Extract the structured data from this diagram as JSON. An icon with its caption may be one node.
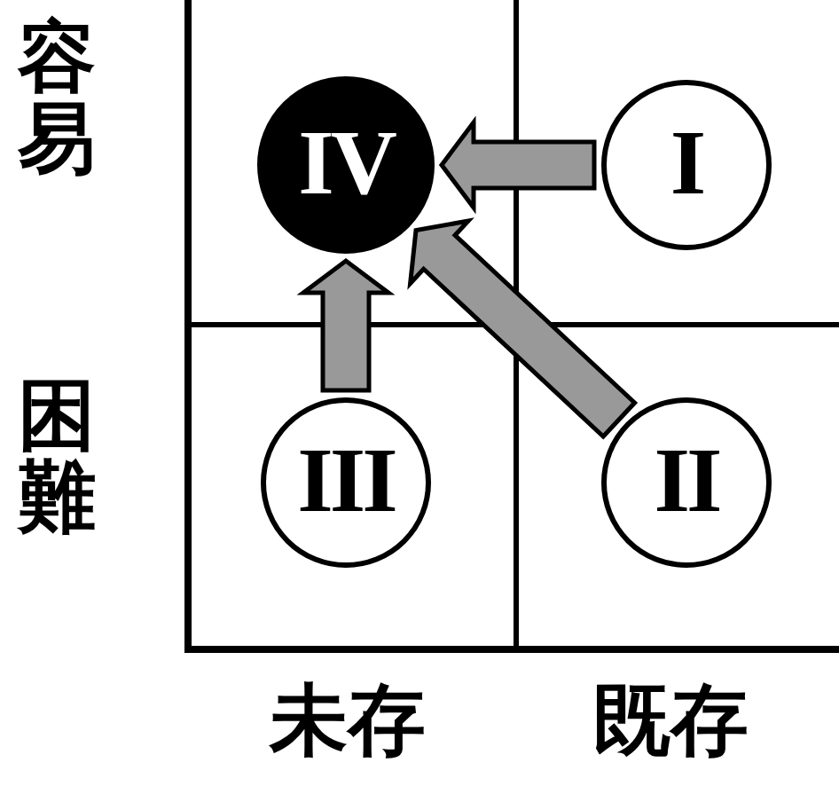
{
  "diagram": {
    "nodes": [
      {
        "text": [
          "IV"
        ]
      },
      {
        "text": [
          "I"
        ]
      },
      {
        "text": [
          "III"
        ]
      },
      {
        "text": [
          "II"
        ]
      }
    ],
    "edges": [
      {
        "from": 1,
        "to": 0,
        "arrow": "to"
      },
      {
        "from": 2,
        "to": 0,
        "arrow": "to"
      },
      {
        "from": 3,
        "to": 0,
        "arrow": "to"
      }
    ],
    "labels": [
      "容易",
      "困難",
      "未存",
      "既存"
    ]
  }
}
